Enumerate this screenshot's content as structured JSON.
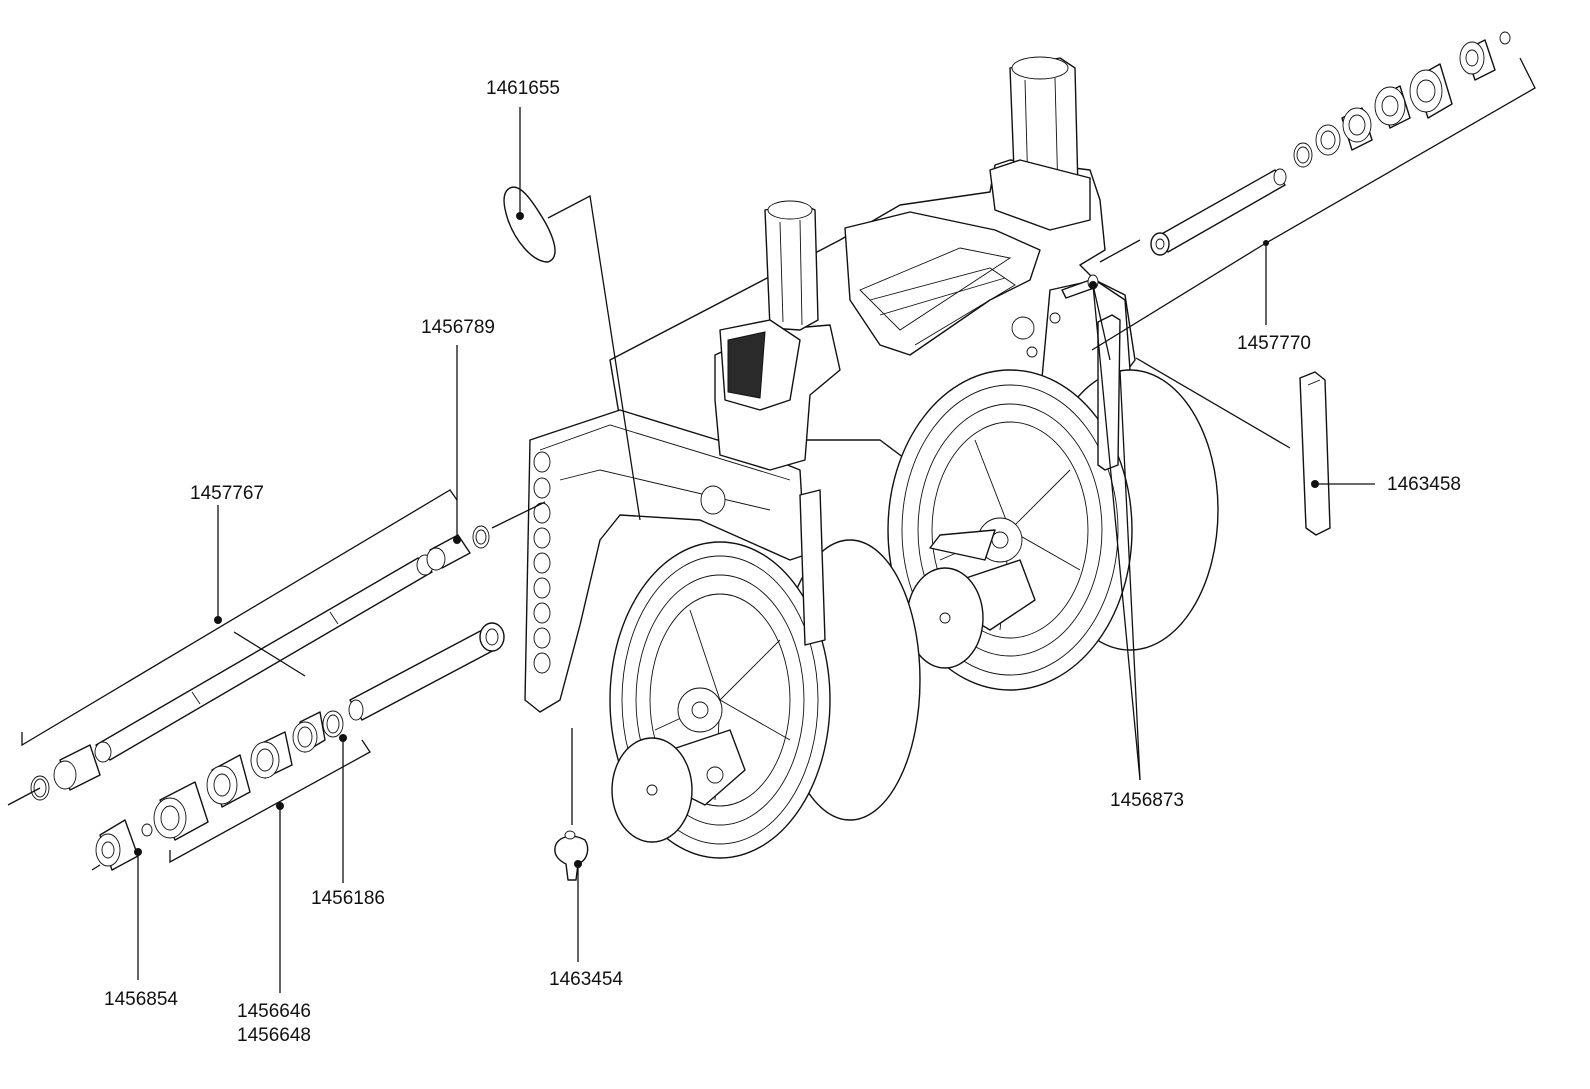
{
  "part_numbers": {
    "p1461655": "1461655",
    "p1456789": "1456789",
    "p1457767": "1457767",
    "p1457770": "1457770",
    "p1463458": "1463458",
    "p1456873": "1456873",
    "p1456186": "1456186",
    "p1456854": "1456854",
    "p1456646": "1456646",
    "p1456648": "1456648",
    "p1463454": "1463454"
  }
}
